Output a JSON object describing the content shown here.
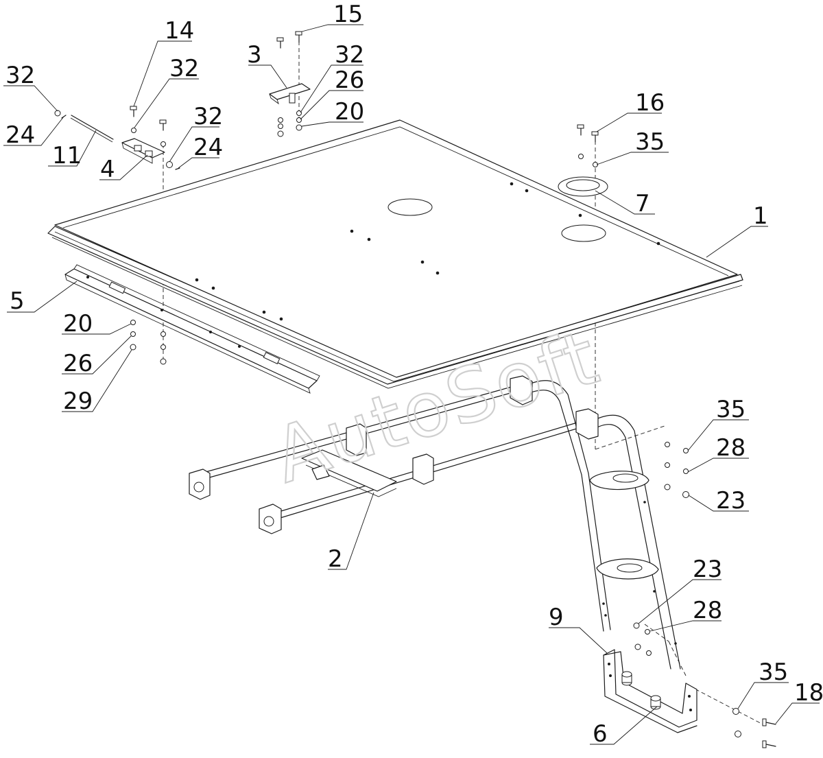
{
  "watermark": "AutoSoft",
  "callouts": [
    {
      "id": "c15",
      "label": "15"
    },
    {
      "id": "c14",
      "label": "14"
    },
    {
      "id": "c32a",
      "label": "32"
    },
    {
      "id": "c32b",
      "label": "32"
    },
    {
      "id": "c32c",
      "label": "32"
    },
    {
      "id": "c32d",
      "label": "32"
    },
    {
      "id": "c3",
      "label": "3"
    },
    {
      "id": "c26a",
      "label": "26"
    },
    {
      "id": "c20a",
      "label": "20"
    },
    {
      "id": "c24a",
      "label": "24"
    },
    {
      "id": "c24b",
      "label": "24"
    },
    {
      "id": "c11",
      "label": "11"
    },
    {
      "id": "c4",
      "label": "4"
    },
    {
      "id": "c16",
      "label": "16"
    },
    {
      "id": "c35a",
      "label": "35"
    },
    {
      "id": "c7",
      "label": "7"
    },
    {
      "id": "c1",
      "label": "1"
    },
    {
      "id": "c5",
      "label": "5"
    },
    {
      "id": "c20b",
      "label": "20"
    },
    {
      "id": "c26b",
      "label": "26"
    },
    {
      "id": "c29",
      "label": "29"
    },
    {
      "id": "c35b",
      "label": "35"
    },
    {
      "id": "c28a",
      "label": "28"
    },
    {
      "id": "c23a",
      "label": "23"
    },
    {
      "id": "c2",
      "label": "2"
    },
    {
      "id": "c23b",
      "label": "23"
    },
    {
      "id": "c28b",
      "label": "28"
    },
    {
      "id": "c9",
      "label": "9"
    },
    {
      "id": "c35c",
      "label": "35"
    },
    {
      "id": "c18",
      "label": "18"
    },
    {
      "id": "c6",
      "label": "6"
    }
  ]
}
